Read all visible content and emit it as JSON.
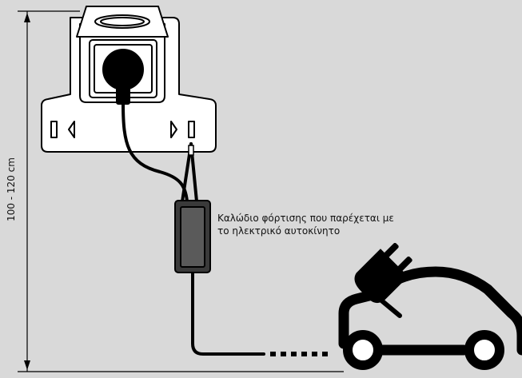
{
  "dimension": {
    "label": "100 - 120 cm"
  },
  "caption": {
    "line1": "Καλώδιο φόρτισης που παρέχεται με",
    "line2": "το ηλεκτρικό αυτοκίνητο"
  },
  "colors": {
    "background": "#d9d9d9",
    "stroke": "#000000",
    "white": "#ffffff",
    "control_box": "#3a3a3a"
  },
  "icons": [
    "wall-socket-icon",
    "plug-icon",
    "electric-car-icon",
    "control-box-icon"
  ]
}
